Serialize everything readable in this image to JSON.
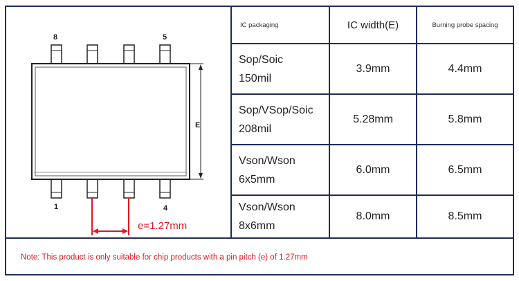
{
  "diagram": {
    "pin_labels": {
      "top_left": "8",
      "top_right": "5",
      "bottom_left": "1",
      "bottom_right": "4"
    },
    "width_label": "E",
    "pitch_label": "e=1.27mm"
  },
  "table": {
    "headers": [
      "IC packaging",
      "IC width(E)",
      "Burning probe spacing"
    ],
    "rows": [
      {
        "pkg_line1": "Sop/Soic",
        "pkg_line2": "150mil",
        "width": "3.9mm",
        "spacing": "4.4mm"
      },
      {
        "pkg_line1": "Sop/VSop/Soic",
        "pkg_line2": "208mil",
        "width": "5.28mm",
        "spacing": "5.8mm"
      },
      {
        "pkg_line1": "Vson/Wson",
        "pkg_line2": "6x5mm",
        "width": "6.0mm",
        "spacing": "6.5mm"
      },
      {
        "pkg_line1": "Vson/Wson",
        "pkg_line2": "8x6mm",
        "width": "8.0mm",
        "spacing": "8.5mm"
      }
    ]
  },
  "note": "Note: This product is only suitable for chip products with a pin pitch (e) of 1.27mm",
  "colors": {
    "grid": "#1f2b5c",
    "note": "#e0161e",
    "dimension": "#e0161e"
  }
}
